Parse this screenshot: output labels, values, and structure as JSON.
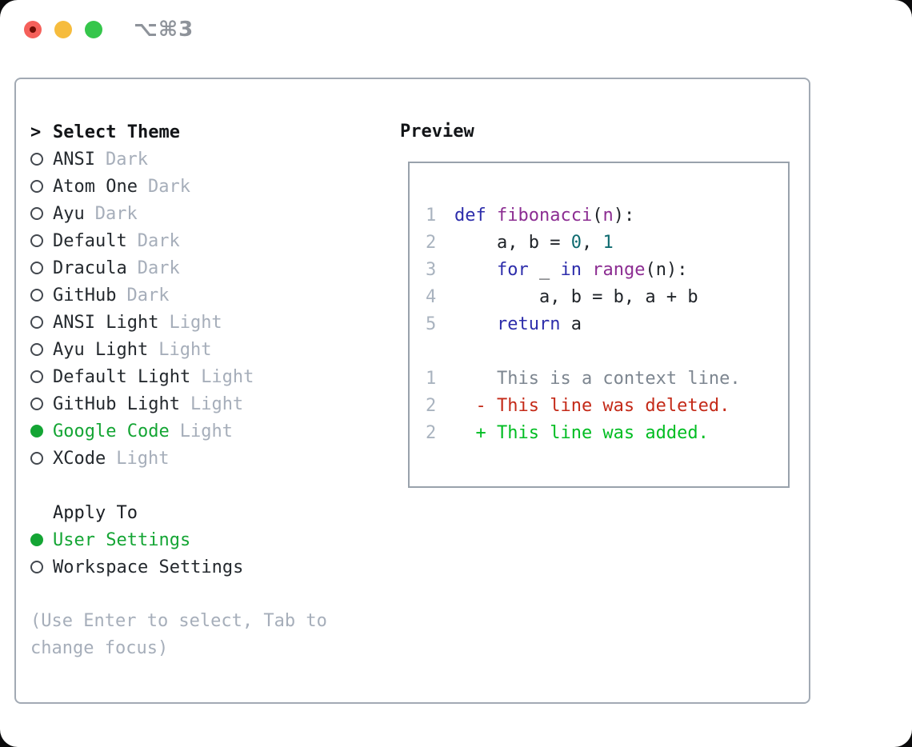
{
  "window": {
    "title": "⌥⌘3"
  },
  "theme_panel": {
    "header_marker": ">",
    "header": "Select Theme",
    "themes": [
      {
        "name": "ANSI",
        "variant": "Dark",
        "selected": false
      },
      {
        "name": "Atom One",
        "variant": "Dark",
        "selected": false
      },
      {
        "name": "Ayu",
        "variant": "Dark",
        "selected": false
      },
      {
        "name": "Default",
        "variant": "Dark",
        "selected": false
      },
      {
        "name": "Dracula",
        "variant": "Dark",
        "selected": false
      },
      {
        "name": "GitHub",
        "variant": "Dark",
        "selected": false
      },
      {
        "name": "ANSI Light",
        "variant": "Light",
        "selected": false
      },
      {
        "name": "Ayu Light",
        "variant": "Light",
        "selected": false
      },
      {
        "name": "Default Light",
        "variant": "Light",
        "selected": false
      },
      {
        "name": "GitHub Light",
        "variant": "Light",
        "selected": false
      },
      {
        "name": "Google Code",
        "variant": "Light",
        "selected": true
      },
      {
        "name": "XCode",
        "variant": "Light",
        "selected": false
      }
    ],
    "apply_to": {
      "header": "Apply To",
      "options": [
        {
          "name": "User Settings",
          "selected": true
        },
        {
          "name": "Workspace Settings",
          "selected": false
        }
      ]
    },
    "hint": "(Use Enter to select, Tab to change focus)"
  },
  "preview": {
    "header": "Preview",
    "lines": [
      {
        "num": "1",
        "segments": [
          {
            "t": "def",
            "c": "keyword"
          },
          {
            "t": " ",
            "c": "plain"
          },
          {
            "t": "fibonacci",
            "c": "title"
          },
          {
            "t": "(",
            "c": "plain"
          },
          {
            "t": "n",
            "c": "title"
          },
          {
            "t": "):",
            "c": "plain"
          }
        ]
      },
      {
        "num": "2",
        "segments": [
          {
            "t": "    a, b = ",
            "c": "plain"
          },
          {
            "t": "0",
            "c": "number"
          },
          {
            "t": ", ",
            "c": "plain"
          },
          {
            "t": "1",
            "c": "number"
          }
        ]
      },
      {
        "num": "3",
        "segments": [
          {
            "t": "    ",
            "c": "plain"
          },
          {
            "t": "for",
            "c": "keyword"
          },
          {
            "t": " _ ",
            "c": "plain"
          },
          {
            "t": "in",
            "c": "keyword"
          },
          {
            "t": " ",
            "c": "plain"
          },
          {
            "t": "range",
            "c": "title"
          },
          {
            "t": "(n):",
            "c": "plain"
          }
        ]
      },
      {
        "num": "4",
        "segments": [
          {
            "t": "        a, b = b, a + b",
            "c": "plain"
          }
        ]
      },
      {
        "num": "5",
        "segments": [
          {
            "t": "    ",
            "c": "plain"
          },
          {
            "t": "return",
            "c": "keyword"
          },
          {
            "t": " a",
            "c": "plain"
          }
        ]
      },
      {
        "num": "",
        "segments": []
      },
      {
        "num": "1",
        "segments": [
          {
            "t": "    This is a context line.",
            "c": "context"
          }
        ]
      },
      {
        "num": "2",
        "segments": [
          {
            "t": "  - This line was deleted.",
            "c": "deleted"
          }
        ]
      },
      {
        "num": "2",
        "segments": [
          {
            "t": "  + This line was added.",
            "c": "added"
          }
        ]
      }
    ]
  },
  "colors": {
    "selected_green": "#14a534",
    "added_green": "#00bd22",
    "deleted_red": "#c42a18",
    "keyword_blue": "#2d2dab",
    "function_purple": "#8c2d92",
    "number_teal": "#0f6b70",
    "muted_gray": "#a6aeba",
    "context_gray": "#7d8690",
    "line_number_gray": "#a9b3bf",
    "traffic_red": "#f5605a",
    "traffic_yellow": "#f6bc3d",
    "traffic_green": "#35c64b"
  }
}
